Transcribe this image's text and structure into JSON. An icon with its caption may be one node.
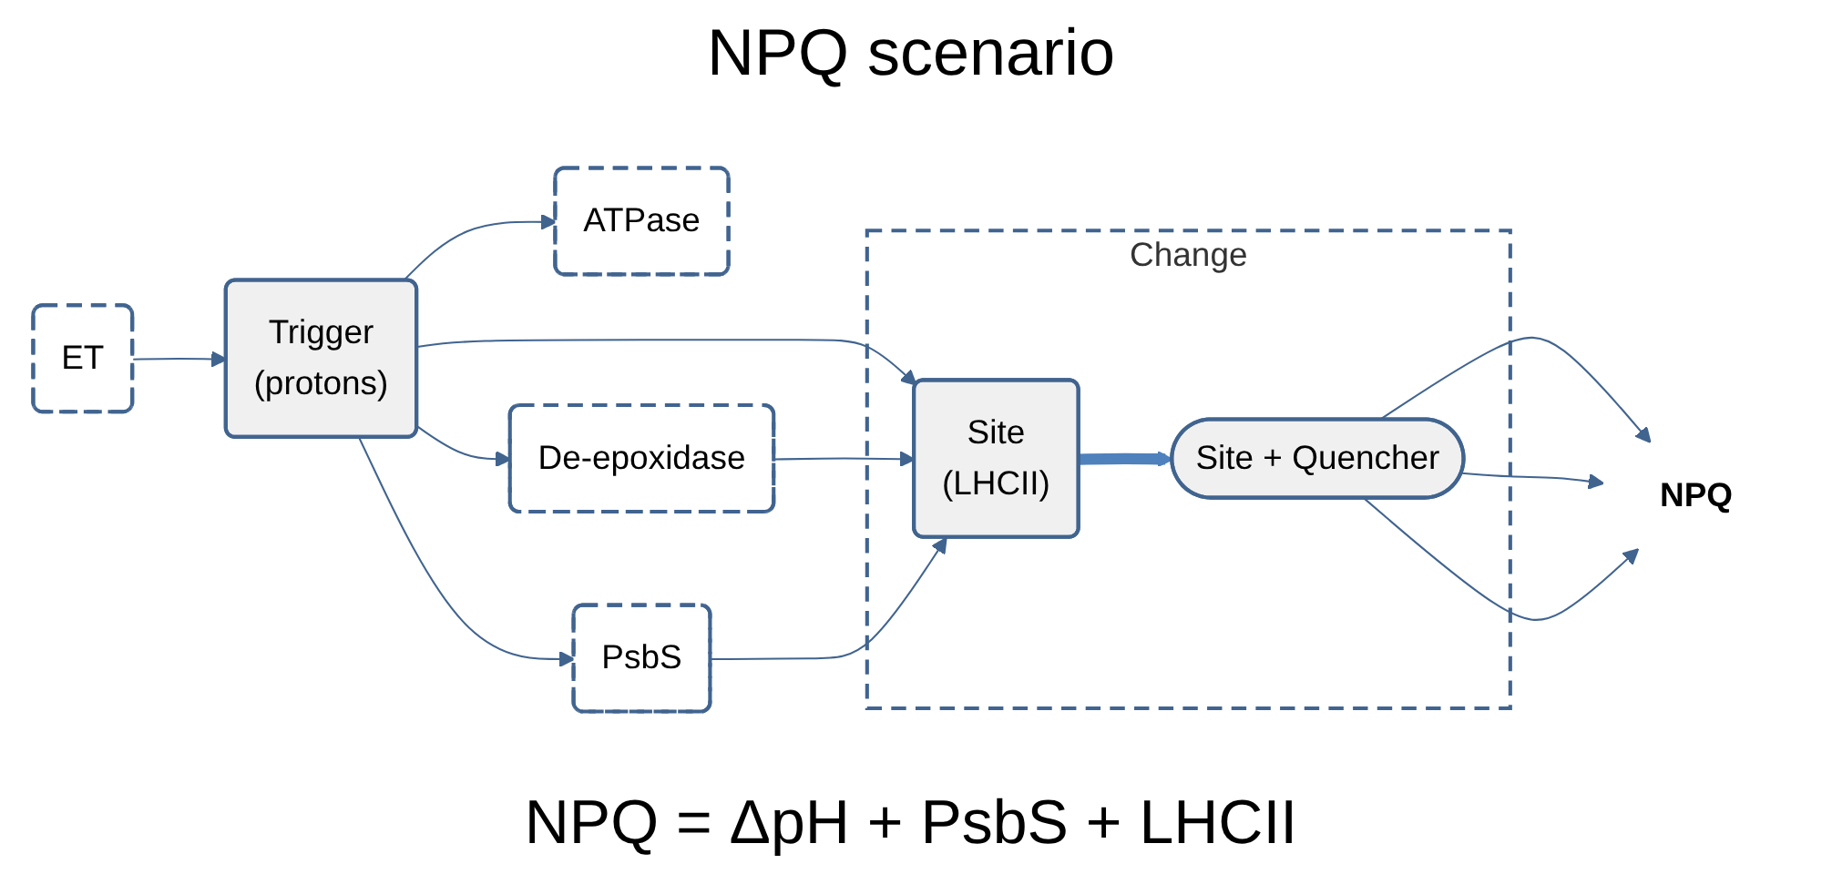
{
  "diagram": {
    "title": "NPQ scenario",
    "caption": "NPQ = ΔpH + PsbS + LHCII",
    "nodes": [
      {
        "text": [
          "ET"
        ]
      },
      {
        "text": [
          "ATPase"
        ]
      },
      {
        "text": [
          "Trigger",
          "(protons)"
        ]
      },
      {
        "text": [
          "De-epoxidase"
        ]
      },
      {
        "text": [
          "Change"
        ]
      },
      {
        "text": [
          "Site",
          "(LHCII)"
        ],
        "in": 4
      },
      {
        "text": [
          "Site + Quencher"
        ],
        "in": 4
      },
      {
        "text": [
          "PsbS"
        ]
      },
      {
        "text": [
          "NPQ"
        ]
      }
    ],
    "edges": [
      {
        "from": 0,
        "to": 2,
        "arrow": "to"
      },
      {
        "from": 2,
        "to": 1,
        "arrow": "to"
      },
      {
        "from": 2,
        "to": 3,
        "arrow": "to"
      },
      {
        "from": 2,
        "to": 7,
        "arrow": "to"
      },
      {
        "from": 2,
        "to": 5,
        "arrow": "to"
      },
      {
        "from": 3,
        "to": 5,
        "arrow": "to"
      },
      {
        "from": 7,
        "to": 5,
        "arrow": "to"
      },
      {
        "from": 5,
        "to": 6,
        "arrow": "to",
        "style": "thick",
        "color": "#4f81bd"
      },
      {
        "from": 6,
        "to": 8,
        "arrow": "to"
      },
      {
        "from": 6,
        "to": 8,
        "arrow": "to"
      },
      {
        "from": 6,
        "to": 8,
        "arrow": "to"
      }
    ]
  }
}
